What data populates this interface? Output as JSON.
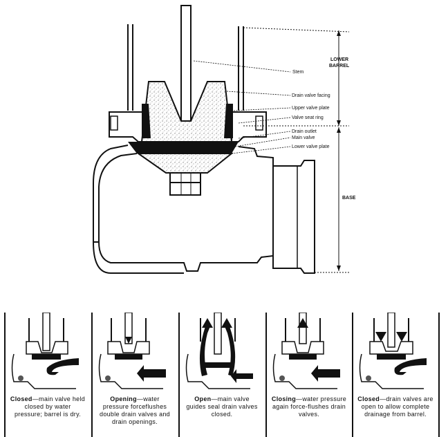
{
  "main_diagram": {
    "labels": {
      "stem": "Stem",
      "drain_valve_facing": "Drain valve facing",
      "upper_valve_plate": "Upper valve plate",
      "valve_seat_ring": "Valve seat ring",
      "drain_outlet": "Drain outlet",
      "main_valve": "Main valve",
      "lower_valve_plate": "Lower valve plate",
      "lower_barrel_line1": "LOWER",
      "lower_barrel_line2": "BARREL",
      "base": "BASE"
    }
  },
  "panels": [
    {
      "title": "Closed",
      "text": "—main valve held closed by water pressure; barrel is dry."
    },
    {
      "title": "Opening",
      "text": "—water pressure forceflushes double drain valves and drain openings."
    },
    {
      "title": "Open",
      "text": "—main valve guides seal drain valves closed."
    },
    {
      "title": "Closing",
      "text": "—water pressure again force-flushes drain valves."
    },
    {
      "title": "Closed",
      "text": "—drain valves are open to allow complete drainage from barrel."
    }
  ],
  "colors": {
    "ink": "#111111",
    "paper": "#ffffff",
    "stipple": "#555555"
  }
}
